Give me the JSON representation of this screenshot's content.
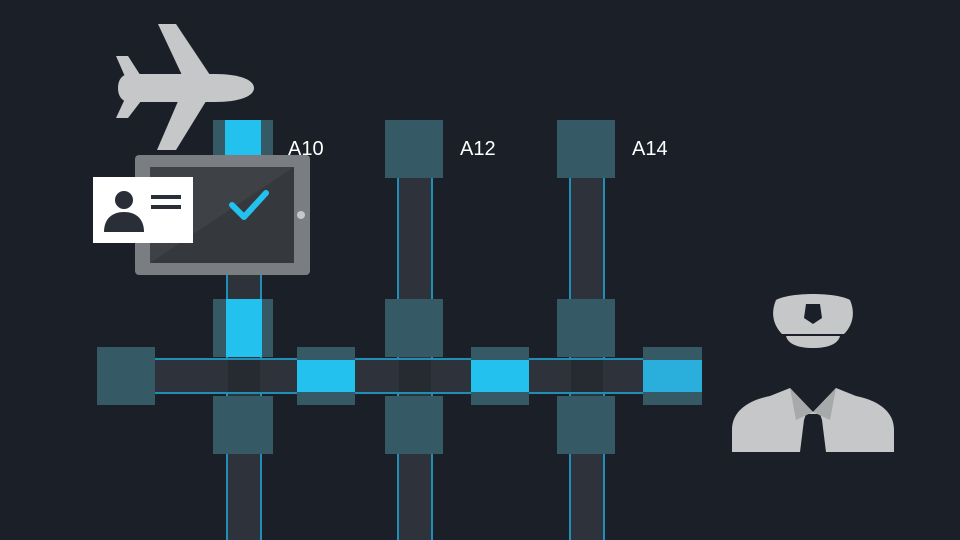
{
  "gates": [
    {
      "id": "a10",
      "label": "A10"
    },
    {
      "id": "a12",
      "label": "A12"
    },
    {
      "id": "a14",
      "label": "A14"
    }
  ],
  "colors": {
    "background": "#1b1f27",
    "corridor": "#2e333b",
    "edge": "#1f8fb8",
    "node": "#355a66",
    "active": "#22c1ee",
    "icon": "#c6c7c9",
    "tablet_frame": "#7a7e83",
    "tablet_screen": "#3e4247",
    "card": "#ffffff",
    "card_figure": "#2a2e36"
  },
  "icons": {
    "plane": "airplane-icon",
    "id_card": "id-card-icon",
    "check": "checkmark-icon",
    "officer": "security-officer-icon"
  }
}
